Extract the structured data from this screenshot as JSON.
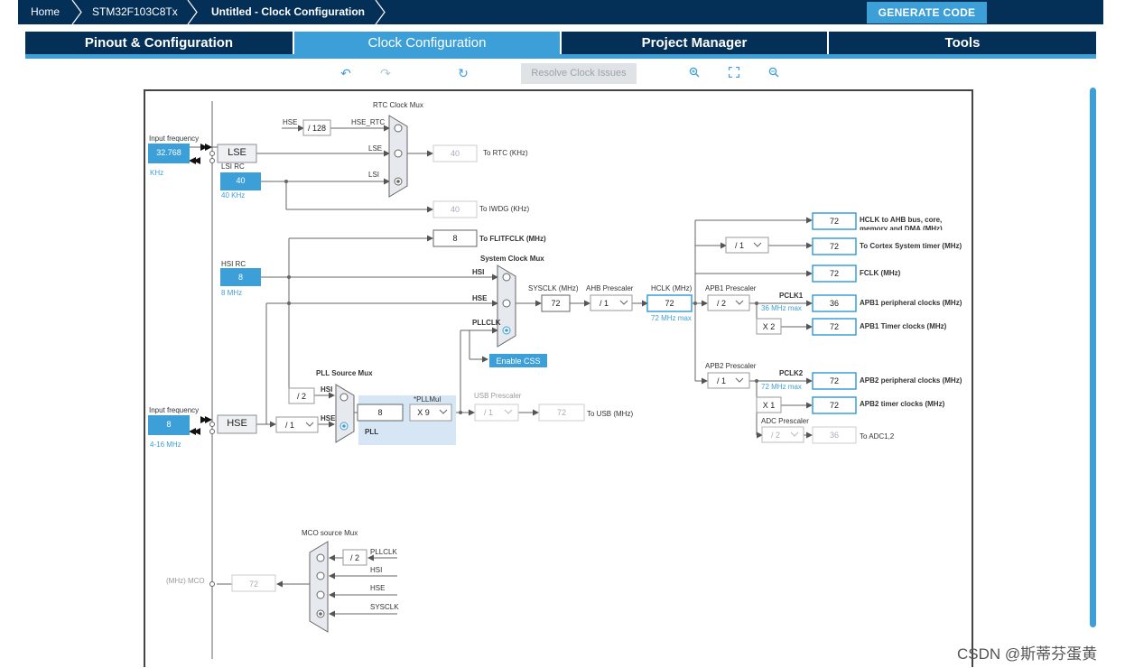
{
  "breadcrumbs": {
    "home": "Home",
    "device": "STM32F103C8Tx",
    "current": "Untitled - Clock Configuration"
  },
  "generate_button": "GENERATE CODE",
  "tabs": [
    "Pinout & Configuration",
    "Clock Configuration",
    "Project Manager",
    "Tools"
  ],
  "active_tab": "Clock Configuration",
  "toolbar": {
    "resolve_label": "Resolve Clock Issues"
  },
  "colors": {
    "nav": "#042f57",
    "accent": "#3c9fd8",
    "box_border": "#3c9fd8"
  },
  "diagram": {
    "lse": {
      "title": "Input frequency",
      "value": "32.768",
      "unit": "KHz",
      "label": "LSE"
    },
    "lsi": {
      "title": "LSI RC",
      "value": "40",
      "unit": "40 KHz"
    },
    "rtc_mux": {
      "title": "RTC Clock Mux",
      "hse_label": "HSE",
      "div": "/ 128",
      "hse_rtc": "HSE_RTC",
      "lse": "LSE",
      "lsi": "LSI",
      "out_value": "40",
      "out_label": "To RTC (KHz)"
    },
    "iwdg": {
      "value": "40",
      "label": "To IWDG (KHz)"
    },
    "flitf": {
      "value": "8",
      "label": "To FLITFCLK (MHz)"
    },
    "hsi": {
      "title": "HSI RC",
      "value": "8",
      "unit": "8 MHz"
    },
    "sys_mux": {
      "title": "System Clock Mux",
      "hsi": "HSI",
      "hse": "HSE",
      "pllclk": "PLLCLK",
      "css": "Enable CSS"
    },
    "sysclk": {
      "label": "SYSCLK (MHz)",
      "value": "72"
    },
    "ahb": {
      "label": "AHB Prescaler",
      "value": "/ 1"
    },
    "hclk": {
      "label": "HCLK (MHz)",
      "value": "72",
      "note": "72 MHz max"
    },
    "outputs": {
      "hclk_ahb": {
        "value": "72",
        "label": "HCLK to AHB bus, core, memory and DMA (MHz)"
      },
      "cortex": {
        "div": "/ 1",
        "value": "72",
        "label": "To Cortex System timer (MHz)"
      },
      "fclk": {
        "value": "72",
        "label": "FCLK (MHz)"
      }
    },
    "apb1": {
      "label": "APB1 Prescaler",
      "value": "/ 2",
      "pclk": "PCLK1",
      "note": "36 MHz max",
      "periph_value": "36",
      "periph_label": "APB1 peripheral clocks (MHz)",
      "mult": "X 2",
      "timer_value": "72",
      "timer_label": "APB1 Timer clocks (MHz)"
    },
    "apb2": {
      "label": "APB2 Prescaler",
      "value": "/ 1",
      "pclk": "PCLK2",
      "note": "72 MHz max",
      "periph_value": "72",
      "periph_label": "APB2 peripheral clocks (MHz)",
      "mult": "X 1",
      "timer_value": "72",
      "timer_label": "APB2 timer clocks (MHz)"
    },
    "adc": {
      "label": "ADC Prescaler",
      "value": "/ 2",
      "out_value": "36",
      "out_label": "To ADC1,2"
    },
    "hse": {
      "title": "Input frequency",
      "value": "8",
      "unit": "4-16 MHz",
      "label": "HSE",
      "div": "/ 1"
    },
    "pll": {
      "title": "PLL Source Mux",
      "div2": "/ 2",
      "hsi": "HSI",
      "hse": "HSE",
      "in_value": "8",
      "mul_label": "*PLLMul",
      "mul": "X 9",
      "label": "PLL"
    },
    "usb": {
      "label": "USB Prescaler",
      "value": "/ 1",
      "out_value": "72",
      "out_label": "To USB (MHz)"
    },
    "mco": {
      "title": "MCO source Mux",
      "div": "/ 2",
      "pllclk": "PLLCLK",
      "hsi": "HSI",
      "hse": "HSE",
      "sysclk": "SYSCLK",
      "out_label": "(MHz) MCO",
      "out_value": "72"
    }
  },
  "watermark": "CSDN @斯蒂芬蛋黄"
}
